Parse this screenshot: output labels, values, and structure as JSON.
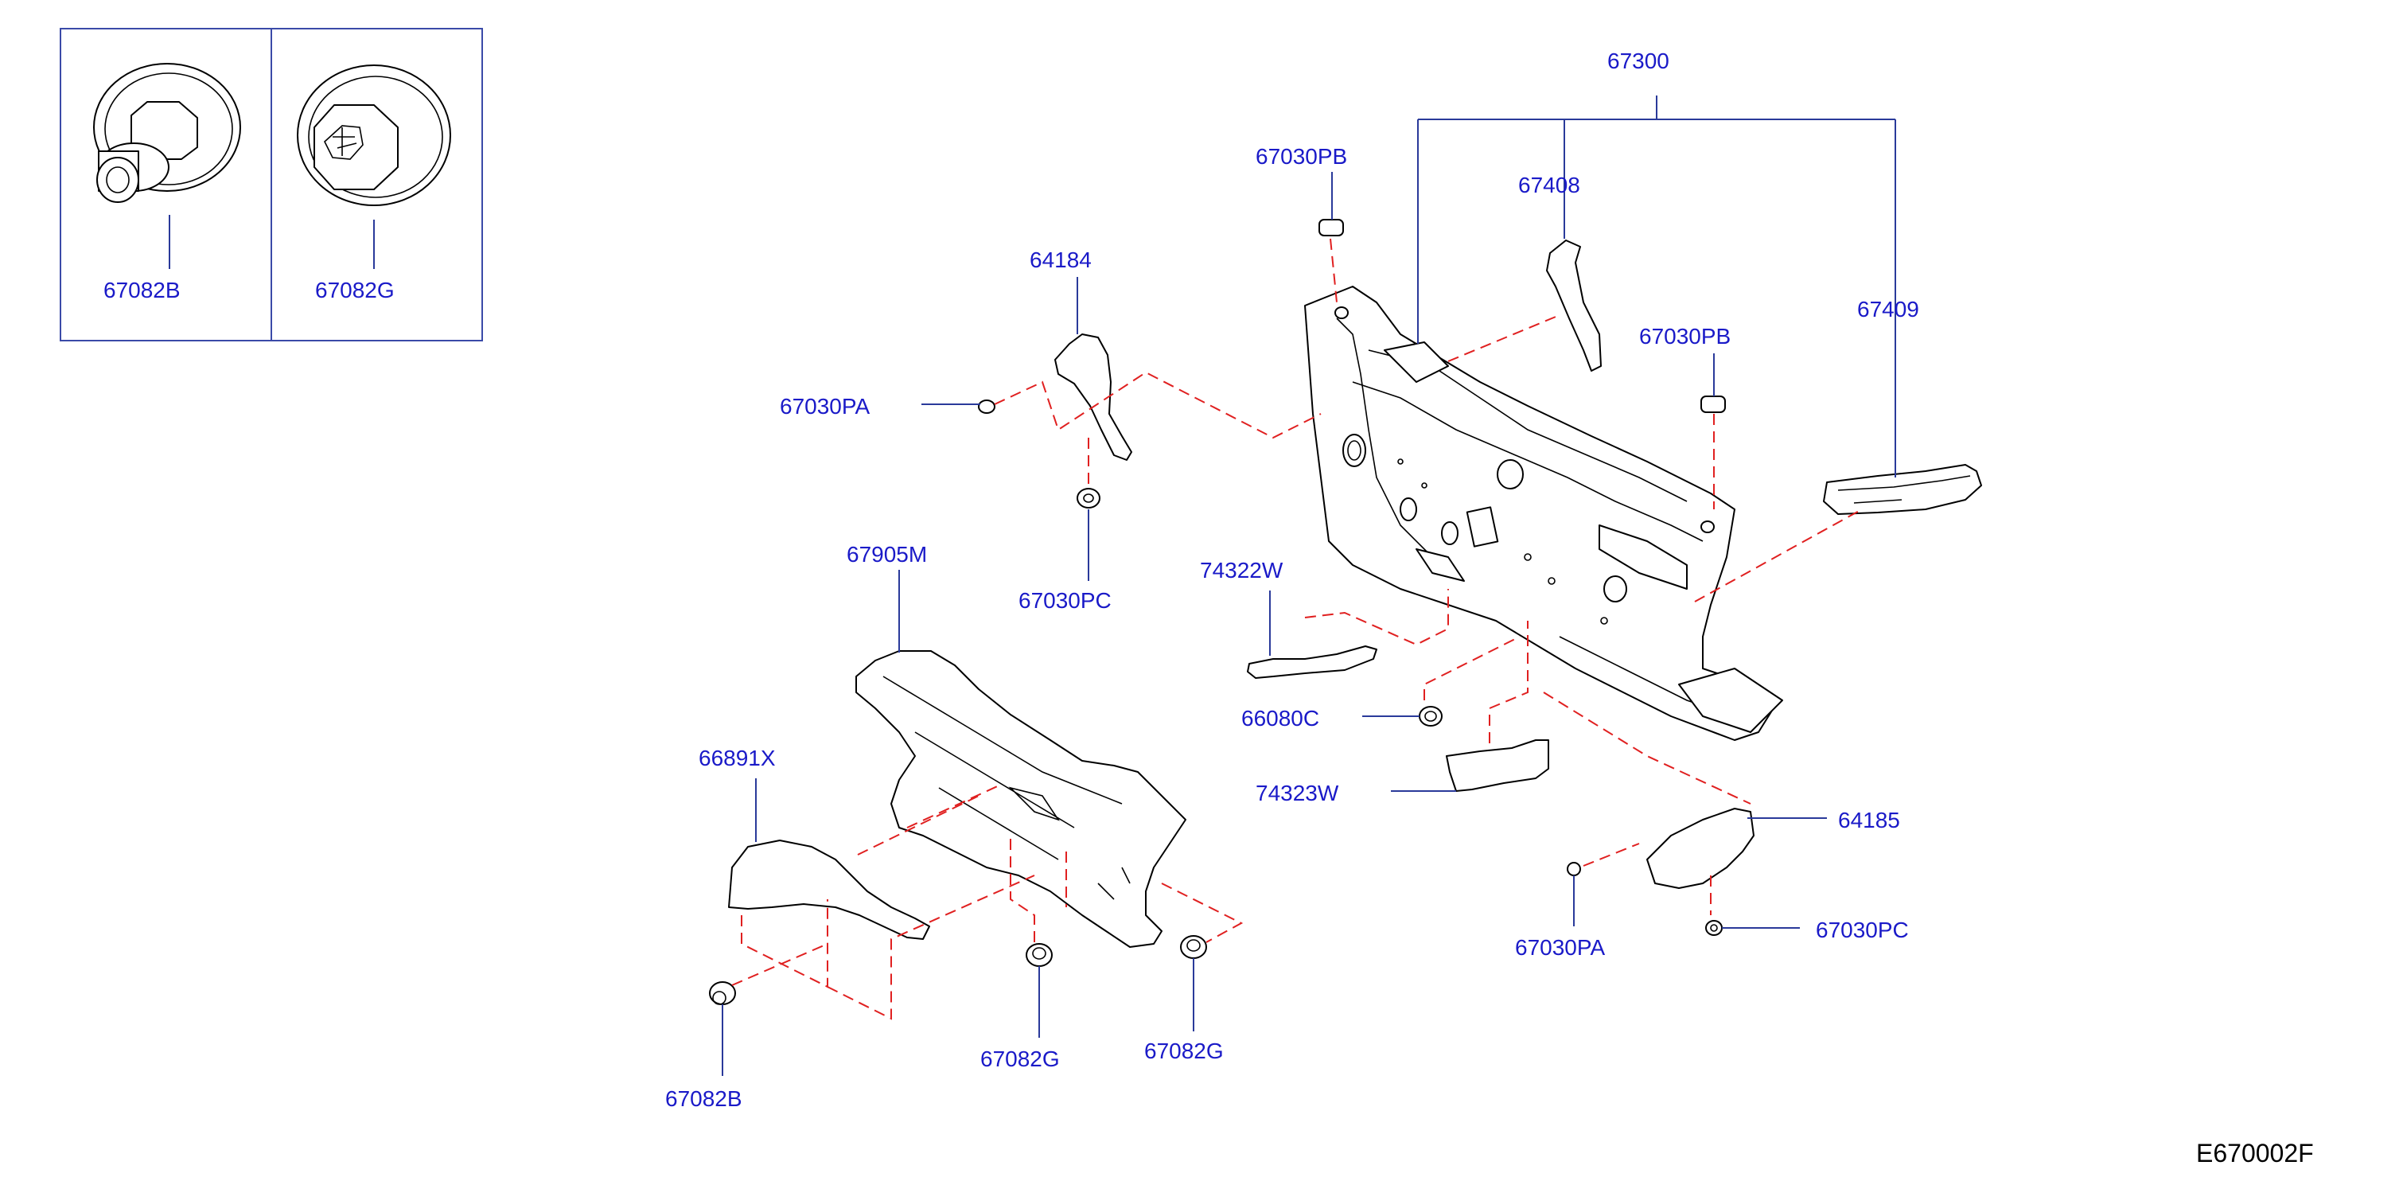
{
  "diagram_id": "E670002F",
  "colors": {
    "callout": "#1a1ac8",
    "leader": "#2a3a9a",
    "phantom_line": "#e02020",
    "outline": "#000000"
  },
  "inset": {
    "left_label": "67082B",
    "right_label": "67082G"
  },
  "callouts": {
    "p67300": "67300",
    "p67030pb_top": "67030PB",
    "p67408": "67408",
    "p64184": "64184",
    "p67030pb_right": "67030PB",
    "p67409": "67409",
    "p67030pa_left": "67030PA",
    "p67030pc_left": "67030PC",
    "p74322w": "74322W",
    "p67905m": "67905M",
    "p66080c": "66080C",
    "p66891x": "66891X",
    "p74323w": "74323W",
    "p64185": "64185",
    "p67030pa_right": "67030PA",
    "p67030pc_right": "67030PC",
    "p67082g_mid": "67082G",
    "p67082g_right": "67082G",
    "p67082b_bottom": "67082B"
  }
}
